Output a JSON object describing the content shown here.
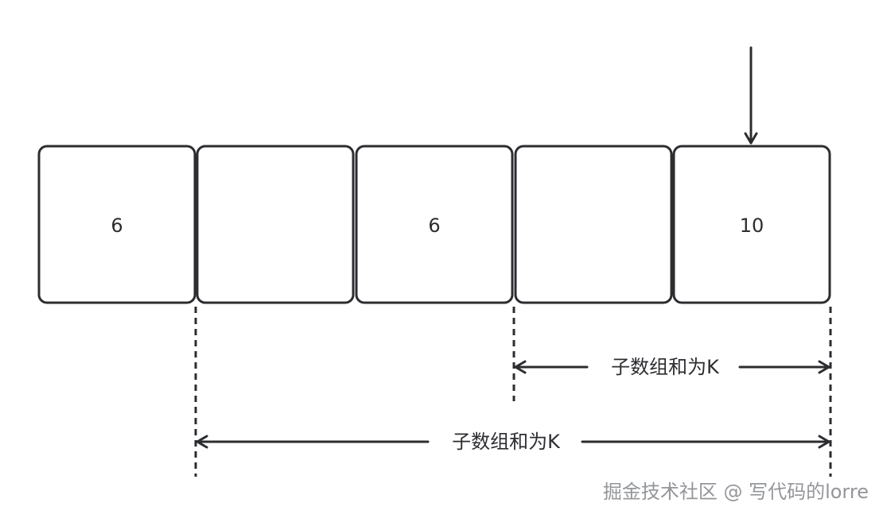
{
  "diagram": {
    "cells": [
      {
        "value": "6"
      },
      {
        "value": ""
      },
      {
        "value": "6"
      },
      {
        "value": ""
      },
      {
        "value": "10"
      }
    ],
    "labels": {
      "short_range": "子数组和为K",
      "long_range": "子数组和为K"
    }
  },
  "watermark": {
    "text": "掘金技术社区 @ 写代码的lorre"
  },
  "colors": {
    "stroke": "#2b2d31",
    "watermark": "#8a8d93",
    "background": "#ffffff"
  }
}
